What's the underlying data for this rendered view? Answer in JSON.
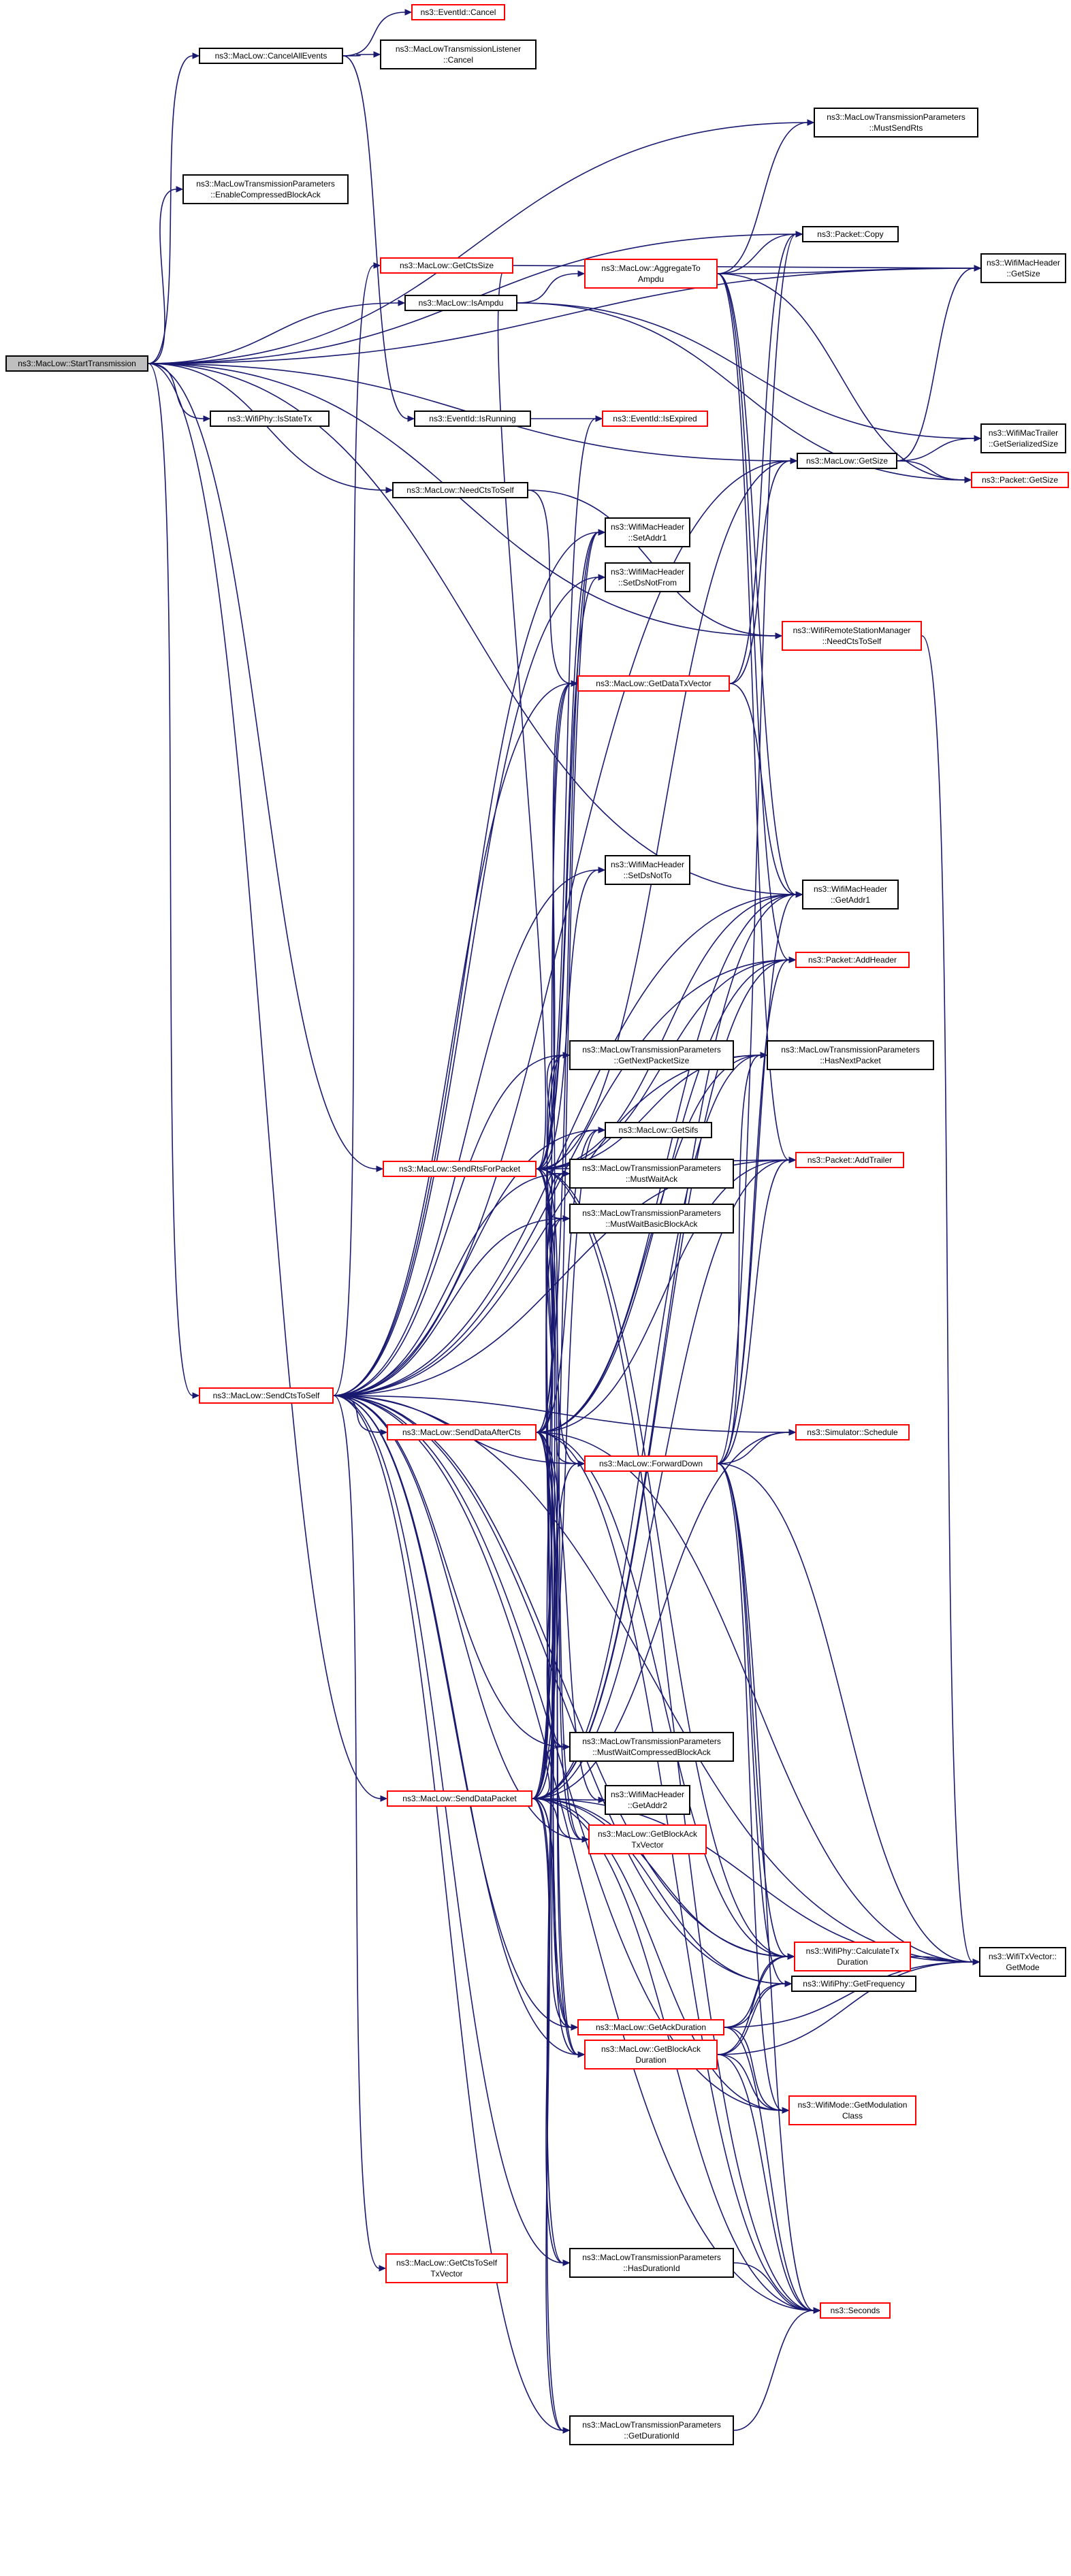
{
  "nodes": [
    {
      "id": "StartTransmission",
      "lines": [
        "ns3::MacLow::StartTransmission"
      ],
      "style": "root"
    },
    {
      "id": "EventIdCancel",
      "lines": [
        "ns3::EventId::Cancel"
      ],
      "style": "red"
    },
    {
      "id": "CancelAllEvents",
      "lines": [
        "ns3::MacLow::CancelAllEvents"
      ],
      "style": "black"
    },
    {
      "id": "ListenerCancel",
      "lines": [
        "ns3::MacLowTransmissionListener",
        "::Cancel"
      ],
      "style": "black"
    },
    {
      "id": "MustSendRts",
      "lines": [
        "ns3::MacLowTransmissionParameters",
        "::MustSendRts"
      ],
      "style": "black"
    },
    {
      "id": "EnableCompressedBlockAck",
      "lines": [
        "ns3::MacLowTransmissionParameters",
        "::EnableCompressedBlockAck"
      ],
      "style": "black"
    },
    {
      "id": "GetCtsSize",
      "lines": [
        "ns3::MacLow::GetCtsSize"
      ],
      "style": "red"
    },
    {
      "id": "PacketCopy",
      "lines": [
        "ns3::Packet::Copy"
      ],
      "style": "black"
    },
    {
      "id": "AggregateToAmpdu",
      "lines": [
        "ns3::MacLow::AggregateTo",
        "Ampdu"
      ],
      "style": "red"
    },
    {
      "id": "WifiMacHeaderGetSize",
      "lines": [
        "ns3::WifiMacHeader",
        "::GetSize"
      ],
      "style": "black"
    },
    {
      "id": "IsAmpdu",
      "lines": [
        "ns3::MacLow::IsAmpdu"
      ],
      "style": "black"
    },
    {
      "id": "IsStateTx",
      "lines": [
        "ns3::WifiPhy::IsStateTx"
      ],
      "style": "black"
    },
    {
      "id": "IsRunning",
      "lines": [
        "ns3::EventId::IsRunning"
      ],
      "style": "black"
    },
    {
      "id": "IsExpired",
      "lines": [
        "ns3::EventId::IsExpired"
      ],
      "style": "red"
    },
    {
      "id": "MacLowGetSize",
      "lines": [
        "ns3::MacLow::GetSize"
      ],
      "style": "black"
    },
    {
      "id": "TrailerGetSerializedSize",
      "lines": [
        "ns3::WifiMacTrailer",
        "::GetSerializedSize"
      ],
      "style": "black"
    },
    {
      "id": "PacketGetSize",
      "lines": [
        "ns3::Packet::GetSize"
      ],
      "style": "red"
    },
    {
      "id": "NeedCtsToSelf",
      "lines": [
        "ns3::MacLow::NeedCtsToSelf"
      ],
      "style": "black"
    },
    {
      "id": "SetAddr1",
      "lines": [
        "ns3::WifiMacHeader",
        "::SetAddr1"
      ],
      "style": "black"
    },
    {
      "id": "SetDsNotFrom",
      "lines": [
        "ns3::WifiMacHeader",
        "::SetDsNotFrom"
      ],
      "style": "black"
    },
    {
      "id": "RSMNeedCtsToSelf",
      "lines": [
        "ns3::WifiRemoteStationManager",
        "::NeedCtsToSelf"
      ],
      "style": "red"
    },
    {
      "id": "GetDataTxVector",
      "lines": [
        "ns3::MacLow::GetDataTxVector"
      ],
      "style": "red"
    },
    {
      "id": "SetDsNotTo",
      "lines": [
        "ns3::WifiMacHeader",
        "::SetDsNotTo"
      ],
      "style": "black"
    },
    {
      "id": "GetAddr1",
      "lines": [
        "ns3::WifiMacHeader",
        "::GetAddr1"
      ],
      "style": "black"
    },
    {
      "id": "PacketAddHeader",
      "lines": [
        "ns3::Packet::AddHeader"
      ],
      "style": "red"
    },
    {
      "id": "GetNextPacketSize",
      "lines": [
        "ns3::MacLowTransmissionParameters",
        "::GetNextPacketSize"
      ],
      "style": "black"
    },
    {
      "id": "HasNextPacket",
      "lines": [
        "ns3::MacLowTransmissionParameters",
        "::HasNextPacket"
      ],
      "style": "black"
    },
    {
      "id": "GetSifs",
      "lines": [
        "ns3::MacLow::GetSifs"
      ],
      "style": "black"
    },
    {
      "id": "SendRtsForPacket",
      "lines": [
        "ns3::MacLow::SendRtsForPacket"
      ],
      "style": "red"
    },
    {
      "id": "MustWaitAck",
      "lines": [
        "ns3::MacLowTransmissionParameters",
        "::MustWaitAck"
      ],
      "style": "black"
    },
    {
      "id": "PacketAddTrailer",
      "lines": [
        "ns3::Packet::AddTrailer"
      ],
      "style": "red"
    },
    {
      "id": "MustWaitBasicBlockAck",
      "lines": [
        "ns3::MacLowTransmissionParameters",
        "::MustWaitBasicBlockAck"
      ],
      "style": "black"
    },
    {
      "id": "SendCtsToSelf",
      "lines": [
        "ns3::MacLow::SendCtsToSelf"
      ],
      "style": "red"
    },
    {
      "id": "SendDataAfterCts",
      "lines": [
        "ns3::MacLow::SendDataAfterCts"
      ],
      "style": "red"
    },
    {
      "id": "SimulatorSchedule",
      "lines": [
        "ns3::Simulator::Schedule"
      ],
      "style": "red"
    },
    {
      "id": "ForwardDown",
      "lines": [
        "ns3::MacLow::ForwardDown"
      ],
      "style": "red"
    },
    {
      "id": "MustWaitCompressedBlockAck",
      "lines": [
        "ns3::MacLowTransmissionParameters",
        "::MustWaitCompressedBlockAck"
      ],
      "style": "black"
    },
    {
      "id": "SendDataPacket",
      "lines": [
        "ns3::MacLow::SendDataPacket"
      ],
      "style": "red"
    },
    {
      "id": "GetAddr2",
      "lines": [
        "ns3::WifiMacHeader",
        "::GetAddr2"
      ],
      "style": "black"
    },
    {
      "id": "GetBlockAckTxVector",
      "lines": [
        "ns3::MacLow::GetBlockAck",
        "TxVector"
      ],
      "style": "red"
    },
    {
      "id": "CalculateTxDuration",
      "lines": [
        "ns3::WifiPhy::CalculateTx",
        "Duration"
      ],
      "style": "red"
    },
    {
      "id": "GetMode",
      "lines": [
        "ns3::WifiTxVector::",
        "GetMode"
      ],
      "style": "black"
    },
    {
      "id": "GetFrequency",
      "lines": [
        "ns3::WifiPhy::GetFrequency"
      ],
      "style": "black"
    },
    {
      "id": "GetAckDuration",
      "lines": [
        "ns3::MacLow::GetAckDuration"
      ],
      "style": "red"
    },
    {
      "id": "GetBlockAckDuration",
      "lines": [
        "ns3::MacLow::GetBlockAck",
        "Duration"
      ],
      "style": "red"
    },
    {
      "id": "GetModulationClass",
      "lines": [
        "ns3::WifiMode::GetModulation",
        "Class"
      ],
      "style": "red"
    },
    {
      "id": "GetCtsToSelfTxVector",
      "lines": [
        "ns3::MacLow::GetCtsToSelf",
        "TxVector"
      ],
      "style": "red"
    },
    {
      "id": "HasDurationId",
      "lines": [
        "ns3::MacLowTransmissionParameters",
        "::HasDurationId"
      ],
      "style": "black"
    },
    {
      "id": "Seconds",
      "lines": [
        "ns3::Seconds"
      ],
      "style": "red"
    },
    {
      "id": "GetDurationId",
      "lines": [
        "ns3::MacLowTransmissionParameters",
        "::GetDurationId"
      ],
      "style": "black"
    }
  ],
  "edges": [
    [
      "StartTransmission",
      "CancelAllEvents"
    ],
    [
      "StartTransmission",
      "MustSendRts"
    ],
    [
      "StartTransmission",
      "EnableCompressedBlockAck"
    ],
    [
      "StartTransmission",
      "PacketCopy"
    ],
    [
      "StartTransmission",
      "WifiMacHeaderGetSize"
    ],
    [
      "StartTransmission",
      "IsAmpdu"
    ],
    [
      "StartTransmission",
      "IsStateTx"
    ],
    [
      "StartTransmission",
      "MacLowGetSize"
    ],
    [
      "StartTransmission",
      "NeedCtsToSelf"
    ],
    [
      "StartTransmission",
      "GetAddr1"
    ],
    [
      "StartTransmission",
      "RSMNeedCtsToSelf"
    ],
    [
      "StartTransmission",
      "SendRtsForPacket"
    ],
    [
      "StartTransmission",
      "SendCtsToSelf"
    ],
    [
      "StartTransmission",
      "SendDataPacket"
    ],
    [
      "CancelAllEvents",
      "EventIdCancel"
    ],
    [
      "CancelAllEvents",
      "ListenerCancel"
    ],
    [
      "CancelAllEvents",
      "IsRunning"
    ],
    [
      "GetCtsSize",
      "WifiMacHeaderGetSize"
    ],
    [
      "IsAmpdu",
      "AggregateToAmpdu"
    ],
    [
      "IsAmpdu",
      "TrailerGetSerializedSize"
    ],
    [
      "IsAmpdu",
      "PacketGetSize"
    ],
    [
      "IsRunning",
      "IsExpired"
    ],
    [
      "AggregateToAmpdu",
      "MustSendRts"
    ],
    [
      "AggregateToAmpdu",
      "PacketCopy"
    ],
    [
      "AggregateToAmpdu",
      "WifiMacHeaderGetSize"
    ],
    [
      "AggregateToAmpdu",
      "PacketGetSize"
    ],
    [
      "AggregateToAmpdu",
      "GetAddr1"
    ],
    [
      "AggregateToAmpdu",
      "PacketAddHeader"
    ],
    [
      "AggregateToAmpdu",
      "PacketAddTrailer"
    ],
    [
      "MacLowGetSize",
      "WifiMacHeaderGetSize"
    ],
    [
      "MacLowGetSize",
      "TrailerGetSerializedSize"
    ],
    [
      "MacLowGetSize",
      "PacketGetSize"
    ],
    [
      "NeedCtsToSelf",
      "GetDataTxVector"
    ],
    [
      "NeedCtsToSelf",
      "RSMNeedCtsToSelf"
    ],
    [
      "RSMNeedCtsToSelf",
      "GetMode"
    ],
    [
      "GetDataTxVector",
      "PacketCopy"
    ],
    [
      "GetDataTxVector",
      "MacLowGetSize"
    ],
    [
      "GetDataTxVector",
      "GetAddr1"
    ],
    [
      "SendRtsForPacket",
      "GetCtsSize"
    ],
    [
      "SendRtsForPacket",
      "IsExpired"
    ],
    [
      "SendRtsForPacket",
      "MacLowGetSize"
    ],
    [
      "SendRtsForPacket",
      "SetAddr1"
    ],
    [
      "SendRtsForPacket",
      "SetDsNotFrom"
    ],
    [
      "SendRtsForPacket",
      "GetDataTxVector"
    ],
    [
      "SendRtsForPacket",
      "SetDsNotTo"
    ],
    [
      "SendRtsForPacket",
      "GetAddr1"
    ],
    [
      "SendRtsForPacket",
      "PacketAddHeader"
    ],
    [
      "SendRtsForPacket",
      "GetNextPacketSize"
    ],
    [
      "SendRtsForPacket",
      "HasNextPacket"
    ],
    [
      "SendRtsForPacket",
      "GetSifs"
    ],
    [
      "SendRtsForPacket",
      "MustWaitAck"
    ],
    [
      "SendRtsForPacket",
      "PacketAddTrailer"
    ],
    [
      "SendRtsForPacket",
      "MustWaitBasicBlockAck"
    ],
    [
      "SendRtsForPacket",
      "ForwardDown"
    ],
    [
      "SendRtsForPacket",
      "MustWaitCompressedBlockAck"
    ],
    [
      "SendRtsForPacket",
      "GetBlockAckTxVector"
    ],
    [
      "SendRtsForPacket",
      "CalculateTxDuration"
    ],
    [
      "SendRtsForPacket",
      "GetAckDuration"
    ],
    [
      "SendRtsForPacket",
      "GetBlockAckDuration"
    ],
    [
      "SendRtsForPacket",
      "Seconds"
    ],
    [
      "SendCtsToSelf",
      "GetCtsSize"
    ],
    [
      "SendCtsToSelf",
      "MacLowGetSize"
    ],
    [
      "SendCtsToSelf",
      "SetAddr1"
    ],
    [
      "SendCtsToSelf",
      "SetDsNotFrom"
    ],
    [
      "SendCtsToSelf",
      "GetDataTxVector"
    ],
    [
      "SendCtsToSelf",
      "SetDsNotTo"
    ],
    [
      "SendCtsToSelf",
      "GetAddr1"
    ],
    [
      "SendCtsToSelf",
      "PacketAddHeader"
    ],
    [
      "SendCtsToSelf",
      "GetNextPacketSize"
    ],
    [
      "SendCtsToSelf",
      "HasNextPacket"
    ],
    [
      "SendCtsToSelf",
      "GetSifs"
    ],
    [
      "SendCtsToSelf",
      "MustWaitAck"
    ],
    [
      "SendCtsToSelf",
      "PacketAddTrailer"
    ],
    [
      "SendCtsToSelf",
      "MustWaitBasicBlockAck"
    ],
    [
      "SendCtsToSelf",
      "SendDataAfterCts"
    ],
    [
      "SendCtsToSelf",
      "SimulatorSchedule"
    ],
    [
      "SendCtsToSelf",
      "ForwardDown"
    ],
    [
      "SendCtsToSelf",
      "MustWaitCompressedBlockAck"
    ],
    [
      "SendCtsToSelf",
      "GetBlockAckTxVector"
    ],
    [
      "SendCtsToSelf",
      "CalculateTxDuration"
    ],
    [
      "SendCtsToSelf",
      "GetMode"
    ],
    [
      "SendCtsToSelf",
      "GetFrequency"
    ],
    [
      "SendCtsToSelf",
      "GetAckDuration"
    ],
    [
      "SendCtsToSelf",
      "GetBlockAckDuration"
    ],
    [
      "SendCtsToSelf",
      "GetModulationClass"
    ],
    [
      "SendCtsToSelf",
      "GetCtsToSelfTxVector"
    ],
    [
      "SendCtsToSelf",
      "HasDurationId"
    ],
    [
      "SendCtsToSelf",
      "Seconds"
    ],
    [
      "SendCtsToSelf",
      "GetDurationId"
    ],
    [
      "SendDataAfterCts",
      "SetAddr1"
    ],
    [
      "SendDataAfterCts",
      "GetDataTxVector"
    ],
    [
      "SendDataAfterCts",
      "GetAddr1"
    ],
    [
      "SendDataAfterCts",
      "PacketAddHeader"
    ],
    [
      "SendDataAfterCts",
      "GetNextPacketSize"
    ],
    [
      "SendDataAfterCts",
      "HasNextPacket"
    ],
    [
      "SendDataAfterCts",
      "GetSifs"
    ],
    [
      "SendDataAfterCts",
      "MustWaitAck"
    ],
    [
      "SendDataAfterCts",
      "PacketAddTrailer"
    ],
    [
      "SendDataAfterCts",
      "MustWaitBasicBlockAck"
    ],
    [
      "SendDataAfterCts",
      "ForwardDown"
    ],
    [
      "SendDataAfterCts",
      "MustWaitCompressedBlockAck"
    ],
    [
      "SendDataAfterCts",
      "GetAddr2"
    ],
    [
      "SendDataAfterCts",
      "GetBlockAckTxVector"
    ],
    [
      "SendDataAfterCts",
      "CalculateTxDuration"
    ],
    [
      "SendDataAfterCts",
      "GetMode"
    ],
    [
      "SendDataAfterCts",
      "GetAckDuration"
    ],
    [
      "SendDataAfterCts",
      "GetBlockAckDuration"
    ],
    [
      "SendDataAfterCts",
      "HasDurationId"
    ],
    [
      "SendDataAfterCts",
      "Seconds"
    ],
    [
      "SendDataAfterCts",
      "GetDurationId"
    ],
    [
      "ForwardDown",
      "PacketCopy"
    ],
    [
      "ForwardDown",
      "GetAddr1"
    ],
    [
      "ForwardDown",
      "PacketAddHeader"
    ],
    [
      "ForwardDown",
      "HasNextPacket"
    ],
    [
      "ForwardDown",
      "PacketAddTrailer"
    ],
    [
      "ForwardDown",
      "SimulatorSchedule"
    ],
    [
      "ForwardDown",
      "CalculateTxDuration"
    ],
    [
      "ForwardDown",
      "GetMode"
    ],
    [
      "ForwardDown",
      "GetFrequency"
    ],
    [
      "ForwardDown",
      "GetModulationClass"
    ],
    [
      "ForwardDown",
      "Seconds"
    ],
    [
      "SendDataPacket",
      "SetAddr1"
    ],
    [
      "SendDataPacket",
      "GetDataTxVector"
    ],
    [
      "SendDataPacket",
      "GetAddr1"
    ],
    [
      "SendDataPacket",
      "PacketAddHeader"
    ],
    [
      "SendDataPacket",
      "GetNextPacketSize"
    ],
    [
      "SendDataPacket",
      "HasNextPacket"
    ],
    [
      "SendDataPacket",
      "GetSifs"
    ],
    [
      "SendDataPacket",
      "MustWaitAck"
    ],
    [
      "SendDataPacket",
      "PacketAddTrailer"
    ],
    [
      "SendDataPacket",
      "MustWaitBasicBlockAck"
    ],
    [
      "SendDataPacket",
      "SimulatorSchedule"
    ],
    [
      "SendDataPacket",
      "ForwardDown"
    ],
    [
      "SendDataPacket",
      "MustWaitCompressedBlockAck"
    ],
    [
      "SendDataPacket",
      "GetAddr2"
    ],
    [
      "SendDataPacket",
      "GetBlockAckTxVector"
    ],
    [
      "SendDataPacket",
      "CalculateTxDuration"
    ],
    [
      "SendDataPacket",
      "GetMode"
    ],
    [
      "SendDataPacket",
      "GetFrequency"
    ],
    [
      "SendDataPacket",
      "GetAckDuration"
    ],
    [
      "SendDataPacket",
      "GetBlockAckDuration"
    ],
    [
      "SendDataPacket",
      "GetModulationClass"
    ],
    [
      "SendDataPacket",
      "HasDurationId"
    ],
    [
      "SendDataPacket",
      "Seconds"
    ],
    [
      "SendDataPacket",
      "GetDurationId"
    ],
    [
      "GetAckDuration",
      "CalculateTxDuration"
    ],
    [
      "GetAckDuration",
      "GetMode"
    ],
    [
      "GetAckDuration",
      "GetFrequency"
    ],
    [
      "GetAckDuration",
      "GetModulationClass"
    ],
    [
      "GetAckDuration",
      "Seconds"
    ],
    [
      "GetBlockAckDuration",
      "CalculateTxDuration"
    ],
    [
      "GetBlockAckDuration",
      "GetMode"
    ],
    [
      "GetBlockAckDuration",
      "GetFrequency"
    ],
    [
      "GetBlockAckDuration",
      "GetModulationClass"
    ],
    [
      "GetBlockAckDuration",
      "Seconds"
    ],
    [
      "CalculateTxDuration",
      "GetMode"
    ],
    [
      "HasDurationId",
      "Seconds"
    ],
    [
      "GetDurationId",
      "Seconds"
    ]
  ]
}
